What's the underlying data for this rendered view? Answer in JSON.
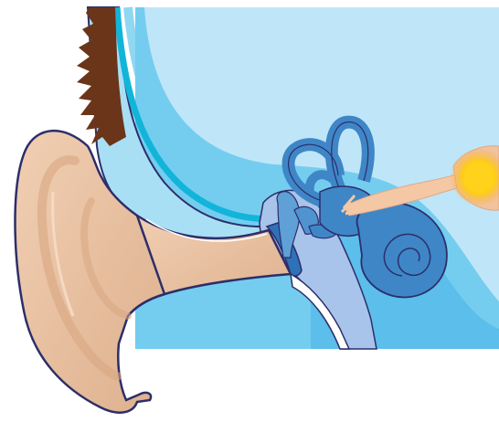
{
  "diagram": {
    "kind": "ear anatomy cross-section",
    "labels": [],
    "parts": [
      "outer-ear",
      "hair",
      "ear-canal",
      "eardrum",
      "middle-ear-ossicles",
      "semicircular-canals",
      "cochlea",
      "auditory-nerve",
      "brain-signal"
    ],
    "colors": {
      "background_light": "#bfe6f8",
      "tissue_mid": "#74cdef",
      "tissue_deep": "#48b3e6",
      "canal_cyan": "#12b5d9",
      "skin": "#e8c0a0",
      "skin_shadow": "#d8a682",
      "outline": "#2c2e6a",
      "hair": "#6b3519",
      "inner_ear": "#3f86c7",
      "middle_ear_cavity": "#a9c4ea",
      "glow": "#ffd21c"
    }
  }
}
